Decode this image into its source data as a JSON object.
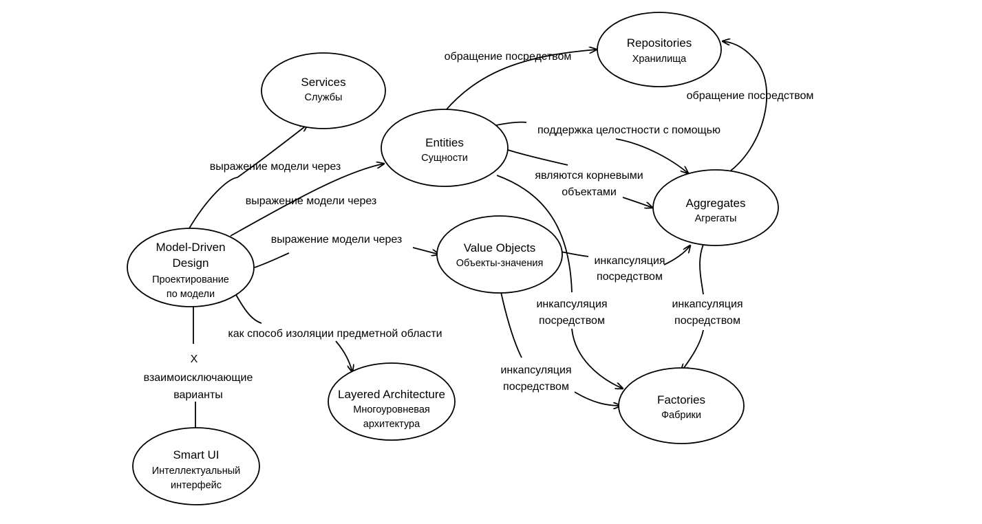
{
  "nodes": {
    "repositories": {
      "en": "Repositories",
      "ru": "Хранилища"
    },
    "services": {
      "en": "Services",
      "ru": "Службы"
    },
    "entities": {
      "en": "Entities",
      "ru": "Сущности"
    },
    "aggregates": {
      "en": "Aggregates",
      "ru": "Агрегаты"
    },
    "value_objects": {
      "en": "Value Objects",
      "ru": "Объекты-значения"
    },
    "mdd": {
      "en": [
        "Model-Driven",
        "Design"
      ],
      "ru": [
        "Проектирование",
        "по модели"
      ]
    },
    "layered": {
      "en": "Layered Architecture",
      "ru": [
        "Многоуровневая",
        "архитектура"
      ]
    },
    "factories": {
      "en": "Factories",
      "ru": "Фабрики"
    },
    "smart_ui": {
      "en": "Smart UI",
      "ru": [
        "Интеллектуальный",
        "интерфейс"
      ]
    }
  },
  "edges": {
    "entities_repositories": "обращение посредством",
    "aggregates_repositories": "обращение посредством",
    "mdd_services": "выражение модели через",
    "mdd_entities": "выражение модели через",
    "mdd_value_objects": "выражение модели через",
    "entities_aggregates_integrity": "поддержка целостности с помощью",
    "entities_aggregates_root": [
      "являются корневыми",
      "объектами"
    ],
    "value_objects_aggregates": [
      "инкапсуляция",
      "посредством"
    ],
    "entities_factories": [
      "инкапсуляция",
      "посредством"
    ],
    "aggregates_factories": [
      "инкапсуляция",
      "посредством"
    ],
    "value_objects_factories": [
      "инкапсуляция",
      "посредством"
    ],
    "mdd_layered": "как способ изоляции предметной области",
    "mdd_smart_ui": [
      "X",
      "взаимоисключающие",
      "варианты"
    ]
  }
}
